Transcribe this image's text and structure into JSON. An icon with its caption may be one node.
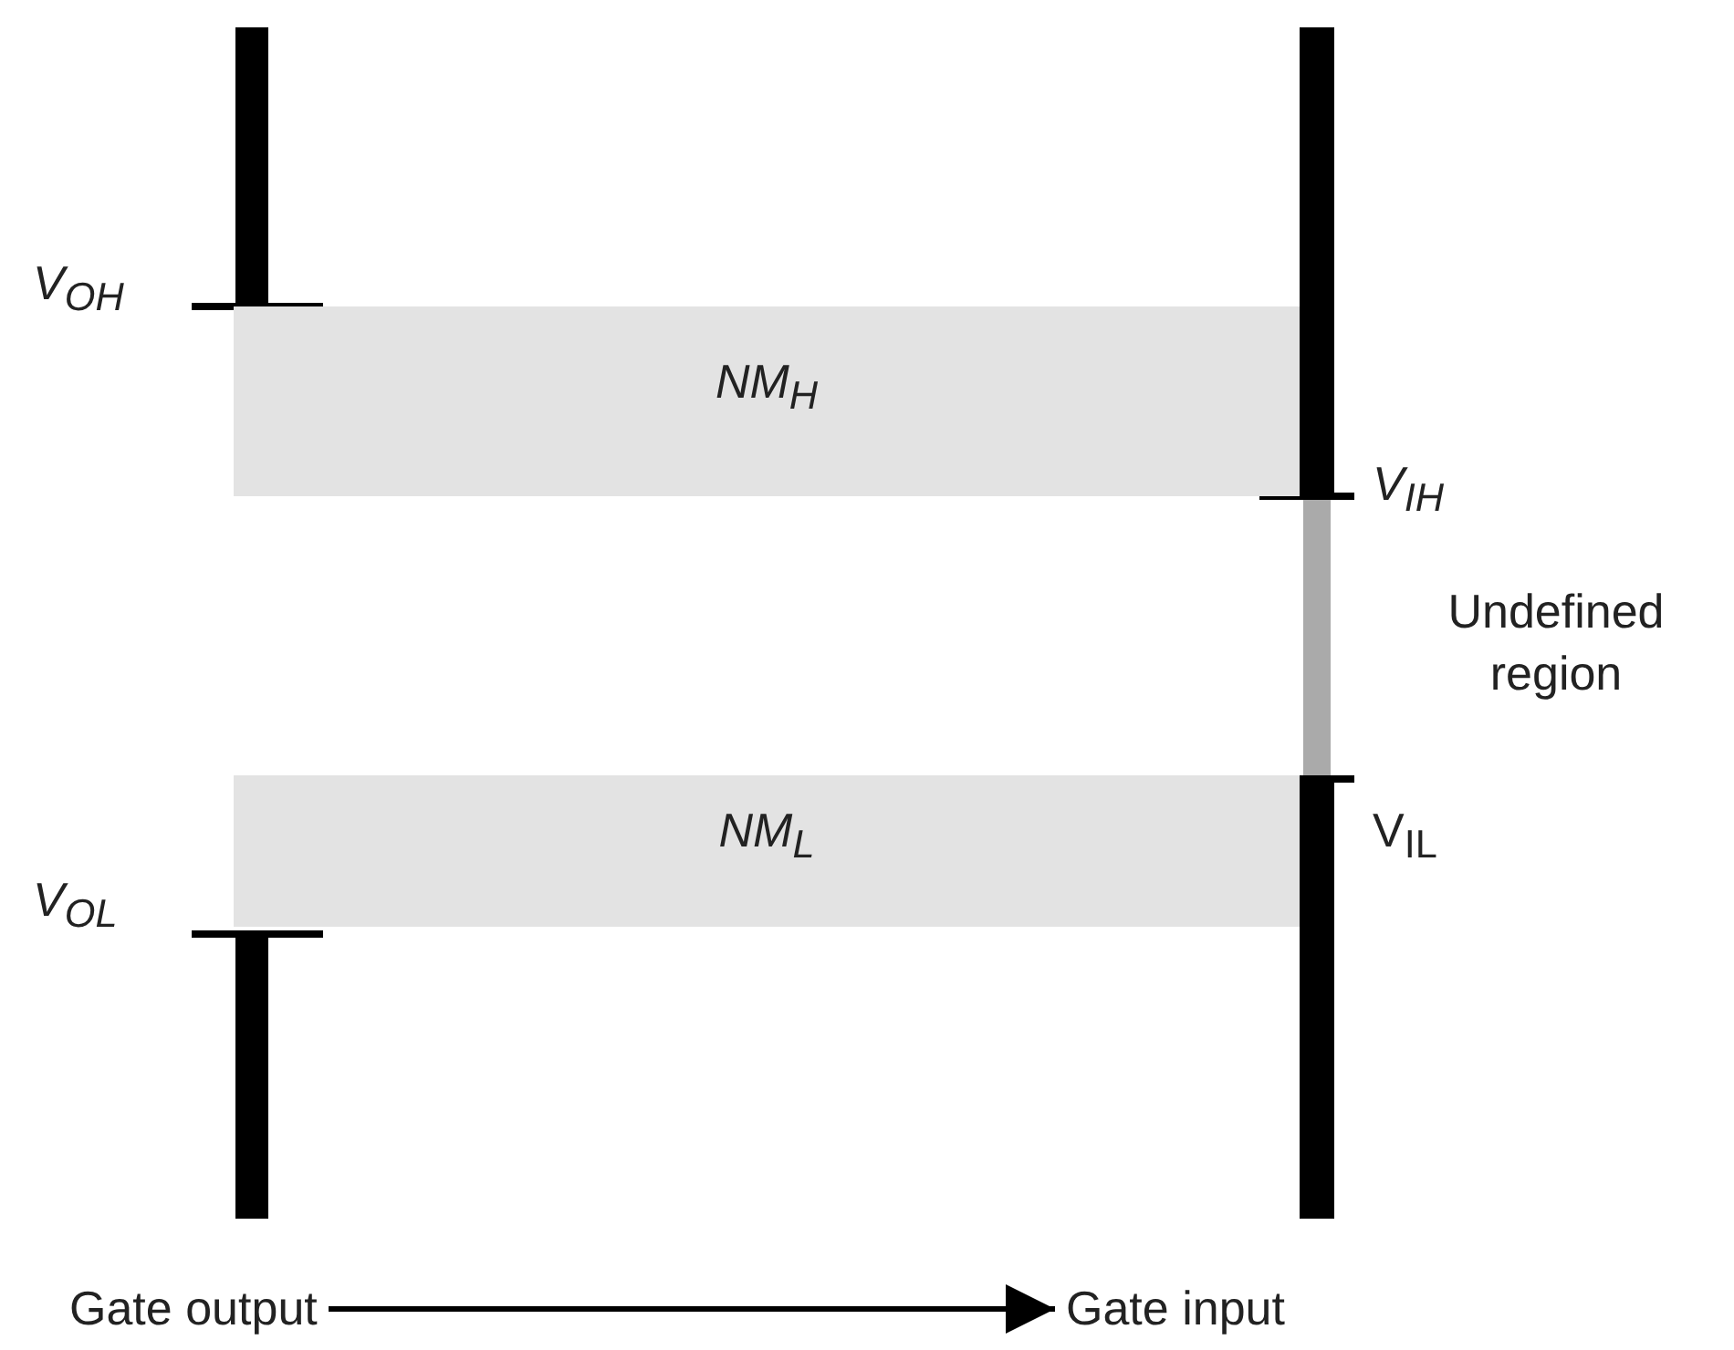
{
  "diagram": {
    "nodes": [
      {
        "text": [
          "NM$_{H}$"
        ]
      },
      {
        "text": [
          "NM$_{L}$"
        ]
      },
      {
        "text": [
          "Gate output"
        ]
      },
      {
        "text": [
          "Gate input"
        ]
      }
    ],
    "edges": [
      {
        "from": 2,
        "to": 3,
        "arrow": "to"
      }
    ],
    "labels": [
      "V$_{OH}$",
      "V$_{IH}$",
      "Undefined region",
      "V$_{IL}$",
      "V$_{OL}$"
    ]
  }
}
